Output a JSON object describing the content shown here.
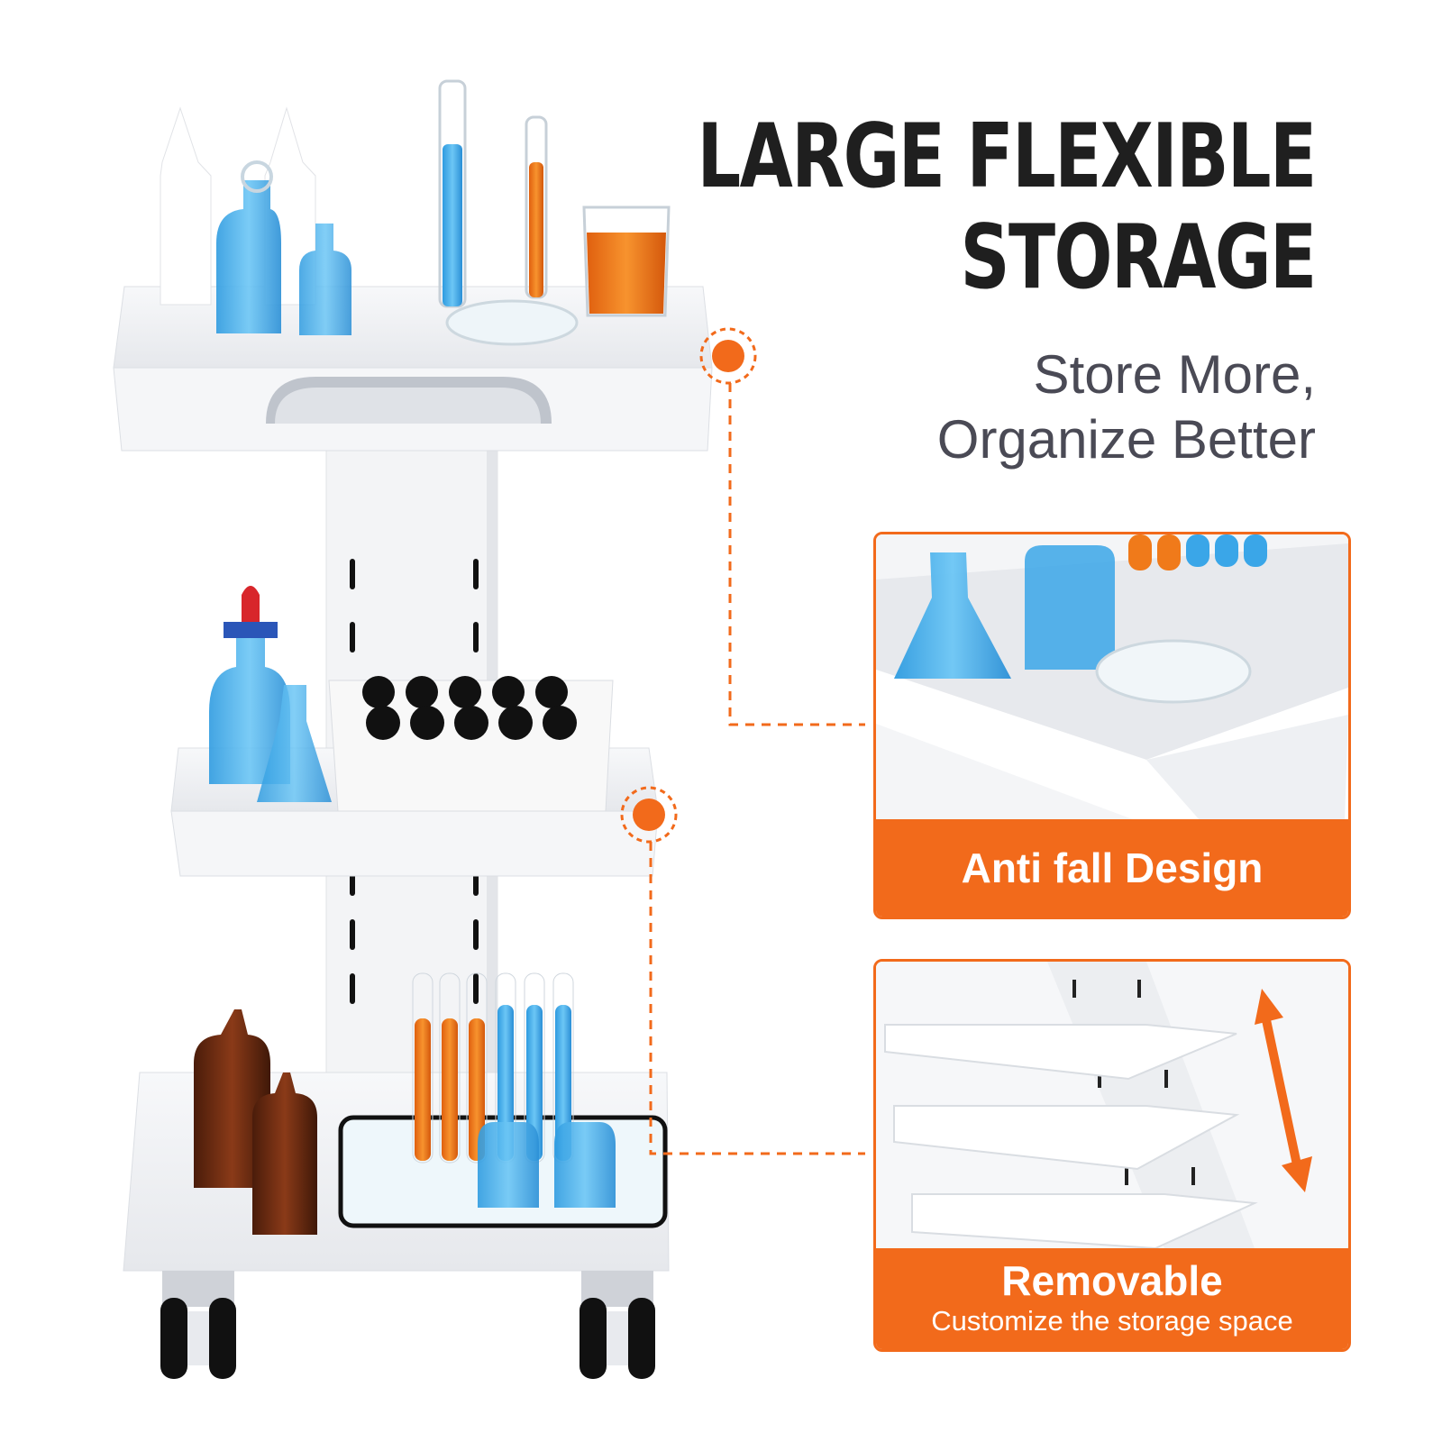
{
  "headline": {
    "line1": "LARGE FLEXIBLE",
    "line2": "STORAGE"
  },
  "subheadline": {
    "line1": "Store More,",
    "line2": "Organize Better"
  },
  "features": [
    {
      "label": "Anti fall Design",
      "caption": ""
    },
    {
      "label": "Removable",
      "caption": "Customize the storage space"
    }
  ],
  "colors": {
    "accent": "#f26a1b",
    "headline": "#1f1f1f",
    "subheadline": "#4a4a55",
    "blue_liquid": "#3aa6e8",
    "orange_liquid": "#f07a1a",
    "amber_glass": "#6a2a12"
  },
  "icons": [
    "up-down-arrow-icon",
    "callout-dot-icon"
  ]
}
